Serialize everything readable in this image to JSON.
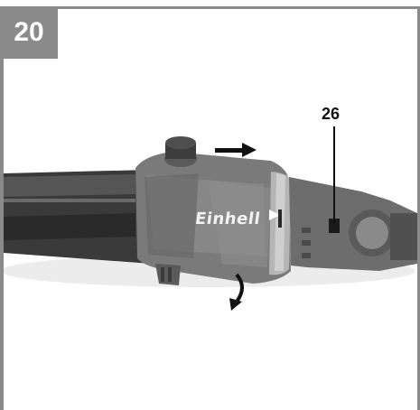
{
  "figure": {
    "number": "20",
    "callout_label": "26",
    "brand_text": "Einhell"
  },
  "colors": {
    "frame": "#8a8a8a",
    "badge_text": "#ffffff",
    "tool_body": "#6e6e6e",
    "tool_dark": "#3a3a3a",
    "background": "#ffffff"
  }
}
